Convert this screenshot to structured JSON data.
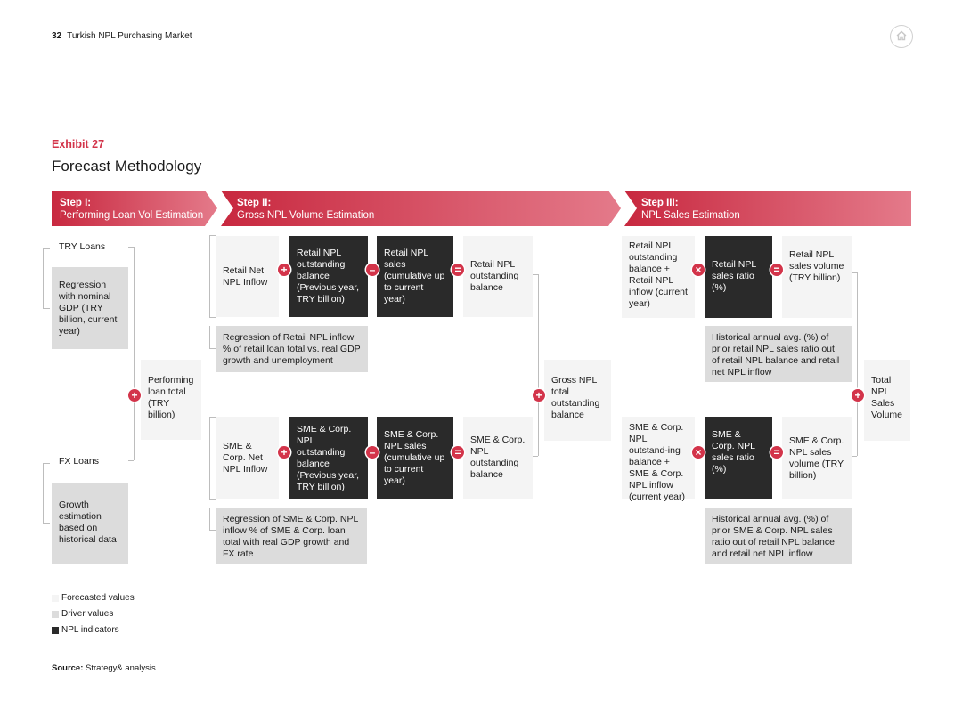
{
  "header": {
    "page_number": "32",
    "title": "Turkish NPL Purchasing Market"
  },
  "exhibit": {
    "number": "Exhibit 27",
    "title": "Forecast Methodology"
  },
  "steps": [
    {
      "label": "Step I:",
      "desc": "Performing Loan Vol Estimation"
    },
    {
      "label": "Step II:",
      "desc": "Gross NPL Volume Estimation"
    },
    {
      "label": "Step III:",
      "desc": "NPL Sales Estimation"
    }
  ],
  "step1": {
    "try_loans": "TRY Loans",
    "try_regression": "Regression with nominal GDP (TRY billion, current year)",
    "fx_loans": "FX Loans",
    "fx_growth": "Growth estimation based on historical data",
    "performing_total": "Performing loan total (TRY billion)"
  },
  "step2": {
    "retail_inflow": "Retail Net NPL Inflow",
    "retail_prev_balance": "Retail NPL outstanding balance (Previous year, TRY billion)",
    "retail_sales_cum": "Retail NPL sales (cumulative up to current year)",
    "retail_outstanding": "Retail NPL outstanding balance",
    "retail_regression": "Regression of Retail NPL inflow % of retail loan total vs. real GDP growth and unemployment",
    "sme_inflow": "SME & Corp. Net NPL Inflow",
    "sme_prev_balance": "SME & Corp. NPL outstanding balance (Previous year, TRY billion)",
    "sme_sales_cum": "SME & Corp. NPL sales (cumulative up to current year)",
    "sme_outstanding": "SME & Corp. NPL outstanding balance",
    "sme_regression": "Regression of SME & Corp. NPL inflow % of SME & Corp. loan total with real GDP growth and FX rate",
    "gross_total": "Gross NPL total outstanding balance"
  },
  "step3": {
    "retail_base": "Retail NPL outstanding balance + Retail NPL inflow (current year)",
    "retail_ratio": "Retail NPL sales ratio (%)",
    "retail_volume": "Retail NPL sales volume (TRY billion)",
    "retail_hist": "Historical annual avg. (%) of prior retail NPL sales ratio out of retail NPL balance and retail net NPL inflow",
    "sme_base": "SME & Corp. NPL outstand-ing balance + SME & Corp. NPL inflow (current year)",
    "sme_ratio": "SME & Corp. NPL sales ratio (%)",
    "sme_volume": "SME & Corp. NPL sales volume (TRY billion)",
    "sme_hist": "Historical annual avg. (%) of prior SME & Corp. NPL sales ratio out of retail NPL balance and retail net NPL inflow",
    "total_volume": "Total NPL Sales Volume"
  },
  "operators": {
    "plus": "+",
    "minus": "–",
    "equals": "=",
    "times": "×"
  },
  "legend": [
    {
      "label": "Forecasted values",
      "color": "#f4f4f4"
    },
    {
      "label": "Driver values",
      "color": "#dcdcdc"
    },
    {
      "label": "NPL indicators",
      "color": "#2a2a2a"
    }
  ],
  "source": {
    "label": "Source:",
    "text": "Strategy& analysis"
  },
  "colors": {
    "accent": "#d3344a",
    "step_start": "#c8283f",
    "step_end": "#e47a8a"
  }
}
